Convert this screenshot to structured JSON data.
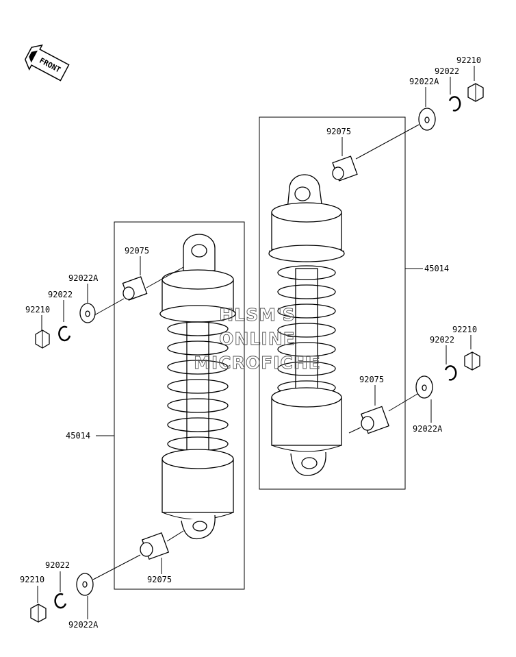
{
  "front_label": "FRONT",
  "watermark": [
    "HLSM'S",
    "ONLINE",
    "MICROFICHE"
  ],
  "left": {
    "nut_top": "92210",
    "clip_top": "92022",
    "washer_top": "92022A",
    "bush_top": "92075",
    "assembly": "45014",
    "clip_bot": "92022",
    "nut_bot": "92210",
    "washer_bot": "92022A",
    "bush_bot": "92075"
  },
  "right": {
    "nut_top": "92210",
    "clip_top": "92022",
    "washer_top": "92022A",
    "bush_top": "92075",
    "assembly": "45014",
    "nut_bot": "92210",
    "clip_bot": "92022",
    "bush_bot": "92075",
    "washer_bot": "92022A"
  }
}
